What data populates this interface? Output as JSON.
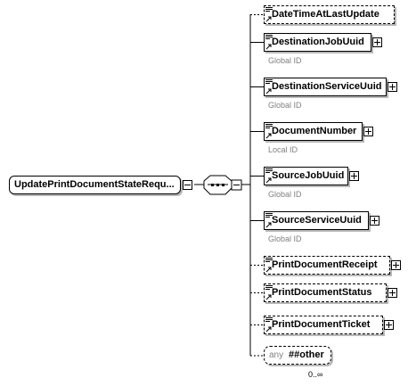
{
  "root": {
    "label": "UpdatePrintDocumentStateRequ..."
  },
  "compositor": {
    "kind": "sequence"
  },
  "elements": [
    {
      "name": "DateTimeAtLastUpdate",
      "subtitle": "",
      "optional": true,
      "expandable": false
    },
    {
      "name": "DestinationJobUuid",
      "subtitle": "Global ID",
      "optional": false,
      "expandable": true
    },
    {
      "name": "DestinationServiceUuid",
      "subtitle": "Global ID",
      "optional": false,
      "expandable": true
    },
    {
      "name": "DocumentNumber",
      "subtitle": "Local ID",
      "optional": false,
      "expandable": true
    },
    {
      "name": "SourceJobUuid",
      "subtitle": "Global ID",
      "optional": false,
      "expandable": true
    },
    {
      "name": "SourceServiceUuid",
      "subtitle": "Global ID",
      "optional": false,
      "expandable": true
    },
    {
      "name": "PrintDocumentReceipt",
      "subtitle": "",
      "optional": true,
      "expandable": true
    },
    {
      "name": "PrintDocumentStatus",
      "subtitle": "",
      "optional": true,
      "expandable": true
    },
    {
      "name": "PrintDocumentTicket",
      "subtitle": "",
      "optional": true,
      "expandable": true
    }
  ],
  "any": {
    "keyword": "any",
    "label": "##other",
    "occurrence": "0..∞"
  }
}
